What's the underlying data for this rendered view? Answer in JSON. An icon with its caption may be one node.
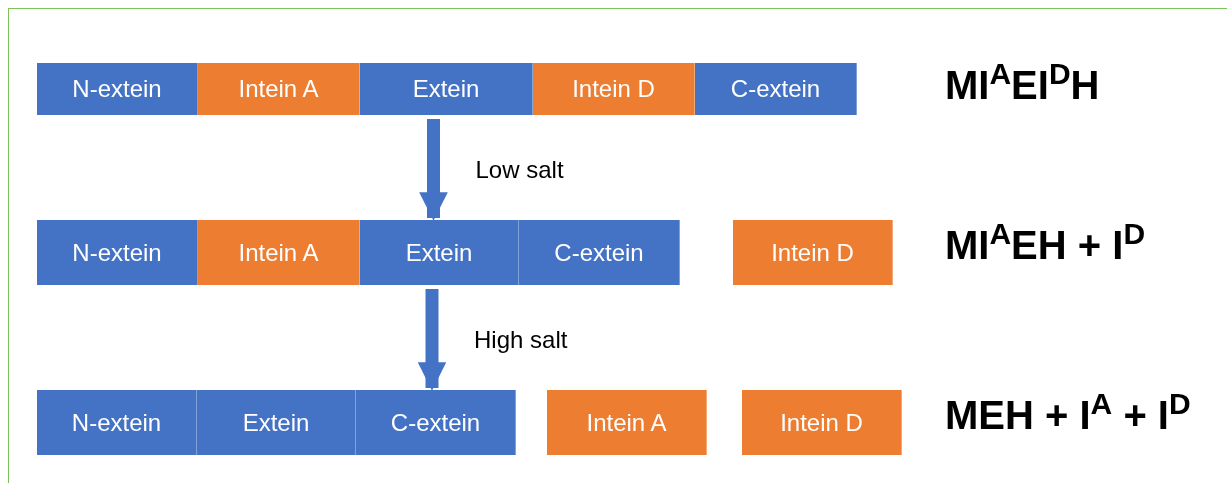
{
  "diagram": {
    "nodes": [
      {
        "text": [
          "N-extein"
        ]
      },
      {
        "text": [
          "Intein A"
        ]
      },
      {
        "text": [
          "Extein"
        ]
      },
      {
        "text": [
          "Intein D"
        ]
      },
      {
        "text": [
          "C-extein"
        ]
      },
      {
        "text": [
          "N-extein"
        ]
      },
      {
        "text": [
          "Intein A"
        ]
      },
      {
        "text": [
          "Extein"
        ]
      },
      {
        "text": [
          "C-extein"
        ]
      },
      {
        "text": [
          "Intein D"
        ]
      },
      {
        "text": [
          "N-extein"
        ]
      },
      {
        "text": [
          "Extein"
        ]
      },
      {
        "text": [
          "C-extein"
        ]
      },
      {
        "text": [
          "Intein A"
        ]
      },
      {
        "text": [
          "Intein D"
        ]
      }
    ],
    "edges": [
      {
        "from": 2,
        "to": 7,
        "arrow": "to",
        "label": "Low salt"
      },
      {
        "from": 7,
        "to": 12,
        "arrow": "to",
        "label": "High salt"
      }
    ],
    "labels": [
      "MI$^{A}$EI$^{D}$H",
      "MI$^{A}$EH + I$^{D}$",
      "MEH + I$^{A}$ + I$^{D}$"
    ]
  }
}
